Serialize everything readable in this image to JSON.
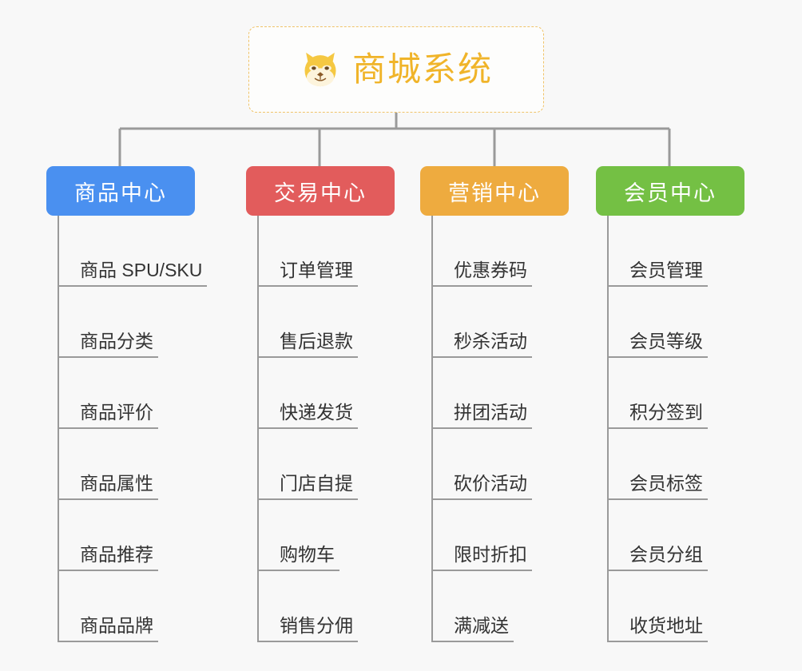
{
  "canvas": {
    "background": "#f8f8f8",
    "line_color": "#9a9a9a"
  },
  "root": {
    "title": "商城系统",
    "icon": "shiba-dog-face-icon",
    "text_color": "#f0b429",
    "border_color": "#f0c368"
  },
  "branches": [
    {
      "title": "商品中心",
      "color": "#4a90f0",
      "items": [
        "商品 SPU/SKU",
        "商品分类",
        "商品评价",
        "商品属性",
        "商品推荐",
        "商品品牌"
      ]
    },
    {
      "title": "交易中心",
      "color": "#e25c5c",
      "items": [
        "订单管理",
        "售后退款",
        "快递发货",
        "门店自提",
        "购物车",
        "销售分佣"
      ]
    },
    {
      "title": "营销中心",
      "color": "#eeab3f",
      "items": [
        "优惠券码",
        "秒杀活动",
        "拼团活动",
        "砍价活动",
        "限时折扣",
        "满减送"
      ]
    },
    {
      "title": "会员中心",
      "color": "#74c044",
      "items": [
        "会员管理",
        "会员等级",
        "积分签到",
        "会员标签",
        "会员分组",
        "收货地址"
      ]
    }
  ]
}
